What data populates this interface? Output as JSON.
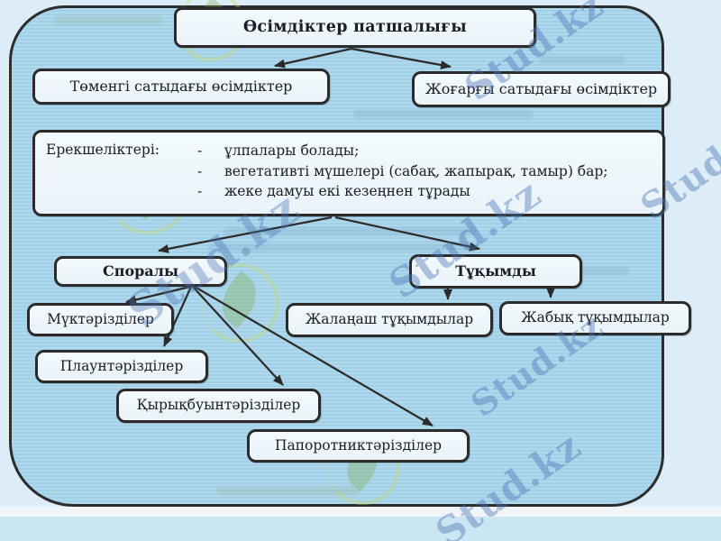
{
  "diagram": {
    "root": {
      "label": "Өсімдіктер патшалығы"
    },
    "level1": [
      {
        "label": "Төменгі сатыдағы өсімдіктер"
      },
      {
        "label": "Жоғарғы сатыдағы өсімдіктер"
      }
    ],
    "features": {
      "label": "Ерекшеліктері:",
      "dash": "-",
      "items": [
        "ұлпалары болады;",
        "вегетативті мүшелері (сабақ, жапырақ, тамыр) бар;",
        "жеке дамуы екі кезеңнен тұрады"
      ]
    },
    "spore_group": {
      "label": "Споралы"
    },
    "seed_group": {
      "label": "Тұқымды"
    },
    "spore_children": [
      {
        "label": "Мүктәрізділер"
      },
      {
        "label": "Плаунтәрізділер"
      },
      {
        "label": "Қырықбуынтәрізділер"
      },
      {
        "label": "Папоротниктәрізділер"
      }
    ],
    "seed_children": [
      {
        "label": "Жалаңаш тұқымдылар"
      },
      {
        "label": "Жабық тұқымдылар"
      }
    ]
  },
  "watermark": {
    "text": "Stud.kz",
    "color": "#4b73b4"
  },
  "colors": {
    "page_background": "#dcedf7",
    "panel_fill": "#a7d4ea",
    "node_fill": "#f0f8fc",
    "border_color": "#2b2b2b",
    "text_color": "#1c1c28",
    "bottom_strip": "#cbe6f3"
  }
}
